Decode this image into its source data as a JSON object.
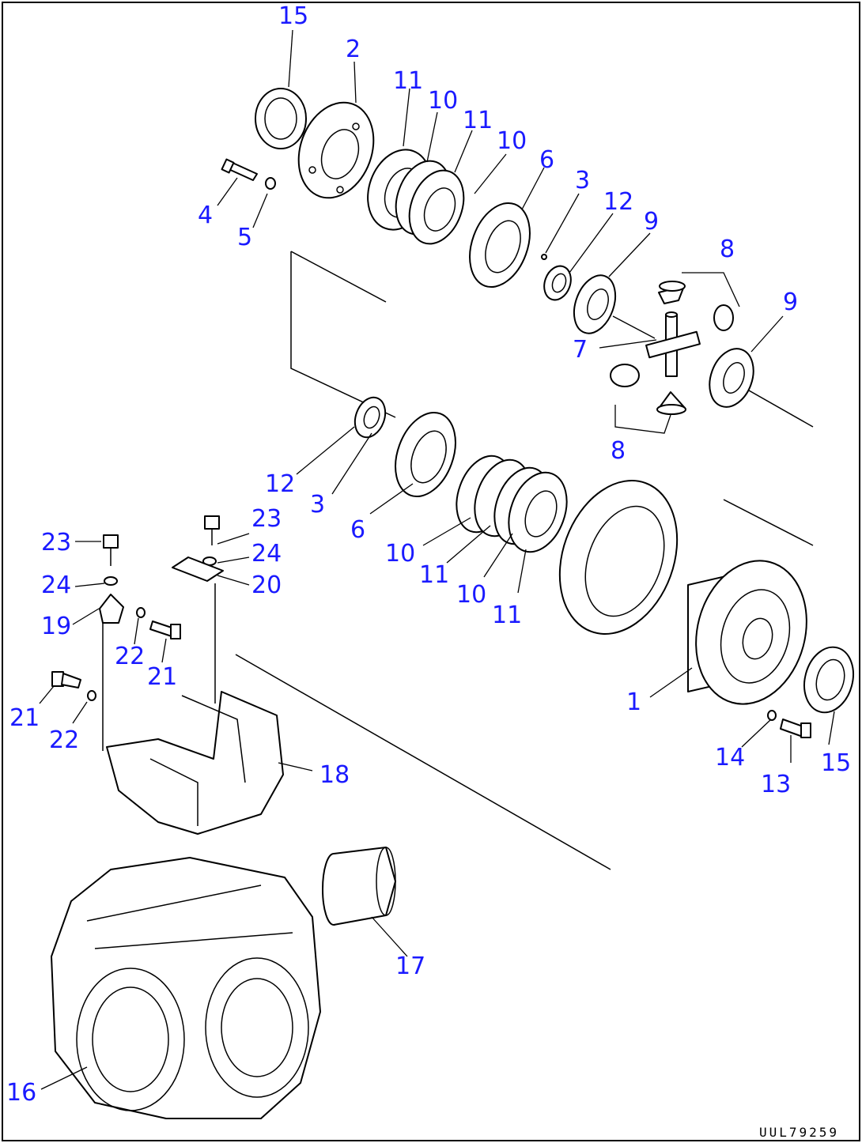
{
  "drawing_code": "UUL79259",
  "colors": {
    "callout": "#1a1aff",
    "line": "#000000",
    "background": "#ffffff"
  },
  "callouts": {
    "c15a": "15",
    "c2": "2",
    "c11a": "11",
    "c10a": "10",
    "c11b": "11",
    "c10b": "10",
    "c6a": "6",
    "c3a": "3",
    "c12a": "12",
    "c9a": "9",
    "c8a": "8",
    "c4": "4",
    "c5": "5",
    "c7": "7",
    "c9b": "9",
    "c8b": "8",
    "c12b": "12",
    "c3b": "3",
    "c6b": "6",
    "c23a": "23",
    "c23b": "23",
    "c24a": "24",
    "c24b": "24",
    "c20": "20",
    "c19": "19",
    "c22a": "22",
    "c21a": "21",
    "c10c": "10",
    "c11c": "11",
    "c10d": "10",
    "c11d": "11",
    "c1": "1",
    "c21b": "21",
    "c22b": "22",
    "c18": "18",
    "c14": "14",
    "c13": "13",
    "c15b": "15",
    "c17": "17",
    "c16": "16"
  }
}
